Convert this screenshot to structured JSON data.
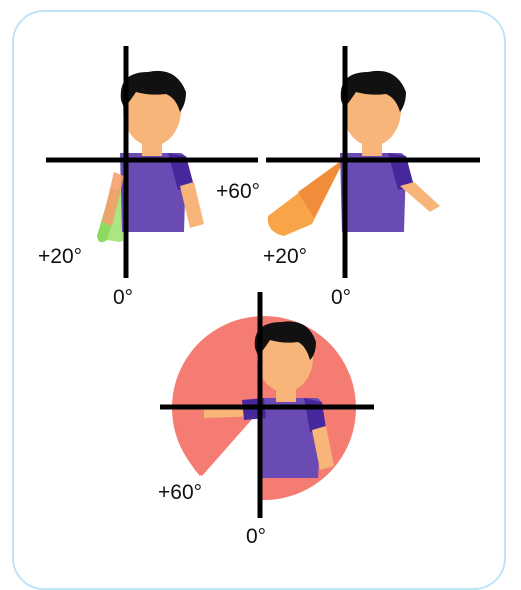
{
  "panels": [
    {
      "name": "upper-left",
      "labels": {
        "zero": "0°",
        "angle": "+20°"
      },
      "colors": {
        "wedge": "#8bdb5e",
        "arm": "#f4a06e"
      }
    },
    {
      "name": "upper-right",
      "labels": {
        "zero": "0°",
        "angle_a": "+60°",
        "angle_b": "+20°"
      },
      "colors": {
        "wedge": "#f7a548",
        "arm": "#f4a06e"
      }
    },
    {
      "name": "bottom",
      "labels": {
        "zero": "0°",
        "angle": "+60°"
      },
      "colors": {
        "wedge": "#f57c72",
        "arm": "#f4a06e"
      }
    }
  ],
  "figure_colors": {
    "shirt": "#6a4bb3",
    "sleeve": "#47279c",
    "skin": "#f7b57a",
    "hair": "#111111",
    "axis": "#000000",
    "border": "#bfe4f5"
  }
}
